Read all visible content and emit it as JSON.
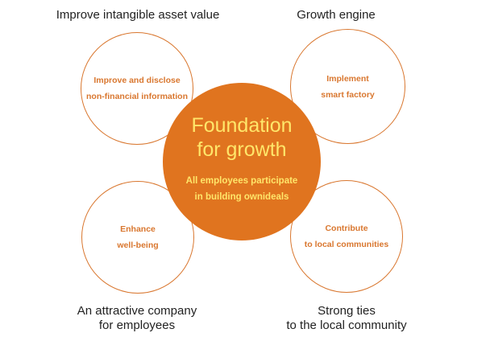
{
  "headings": {
    "top_left": [
      "Improve intangible asset value"
    ],
    "top_right": [
      "Growth engine"
    ],
    "bottom_left": [
      "An attractive company",
      "for employees"
    ],
    "bottom_right": [
      "Strong ties",
      "to the local community"
    ]
  },
  "circles": {
    "top_left": [
      "Improve and disclose",
      "non-financial information"
    ],
    "top_right": [
      "Implement",
      "smart factory"
    ],
    "bottom_left": [
      "Enhance",
      "well-being"
    ],
    "bottom_right": [
      "Contribute",
      "to local communities"
    ]
  },
  "center": {
    "title": [
      "Foundation",
      "for growth"
    ],
    "subtitle": [
      "All employees participate",
      "in building ownideals"
    ]
  },
  "colors": {
    "accent": "#e0741f",
    "ring": "#d9772f",
    "center_text": "#ffe66a",
    "heading_text": "#222222"
  }
}
